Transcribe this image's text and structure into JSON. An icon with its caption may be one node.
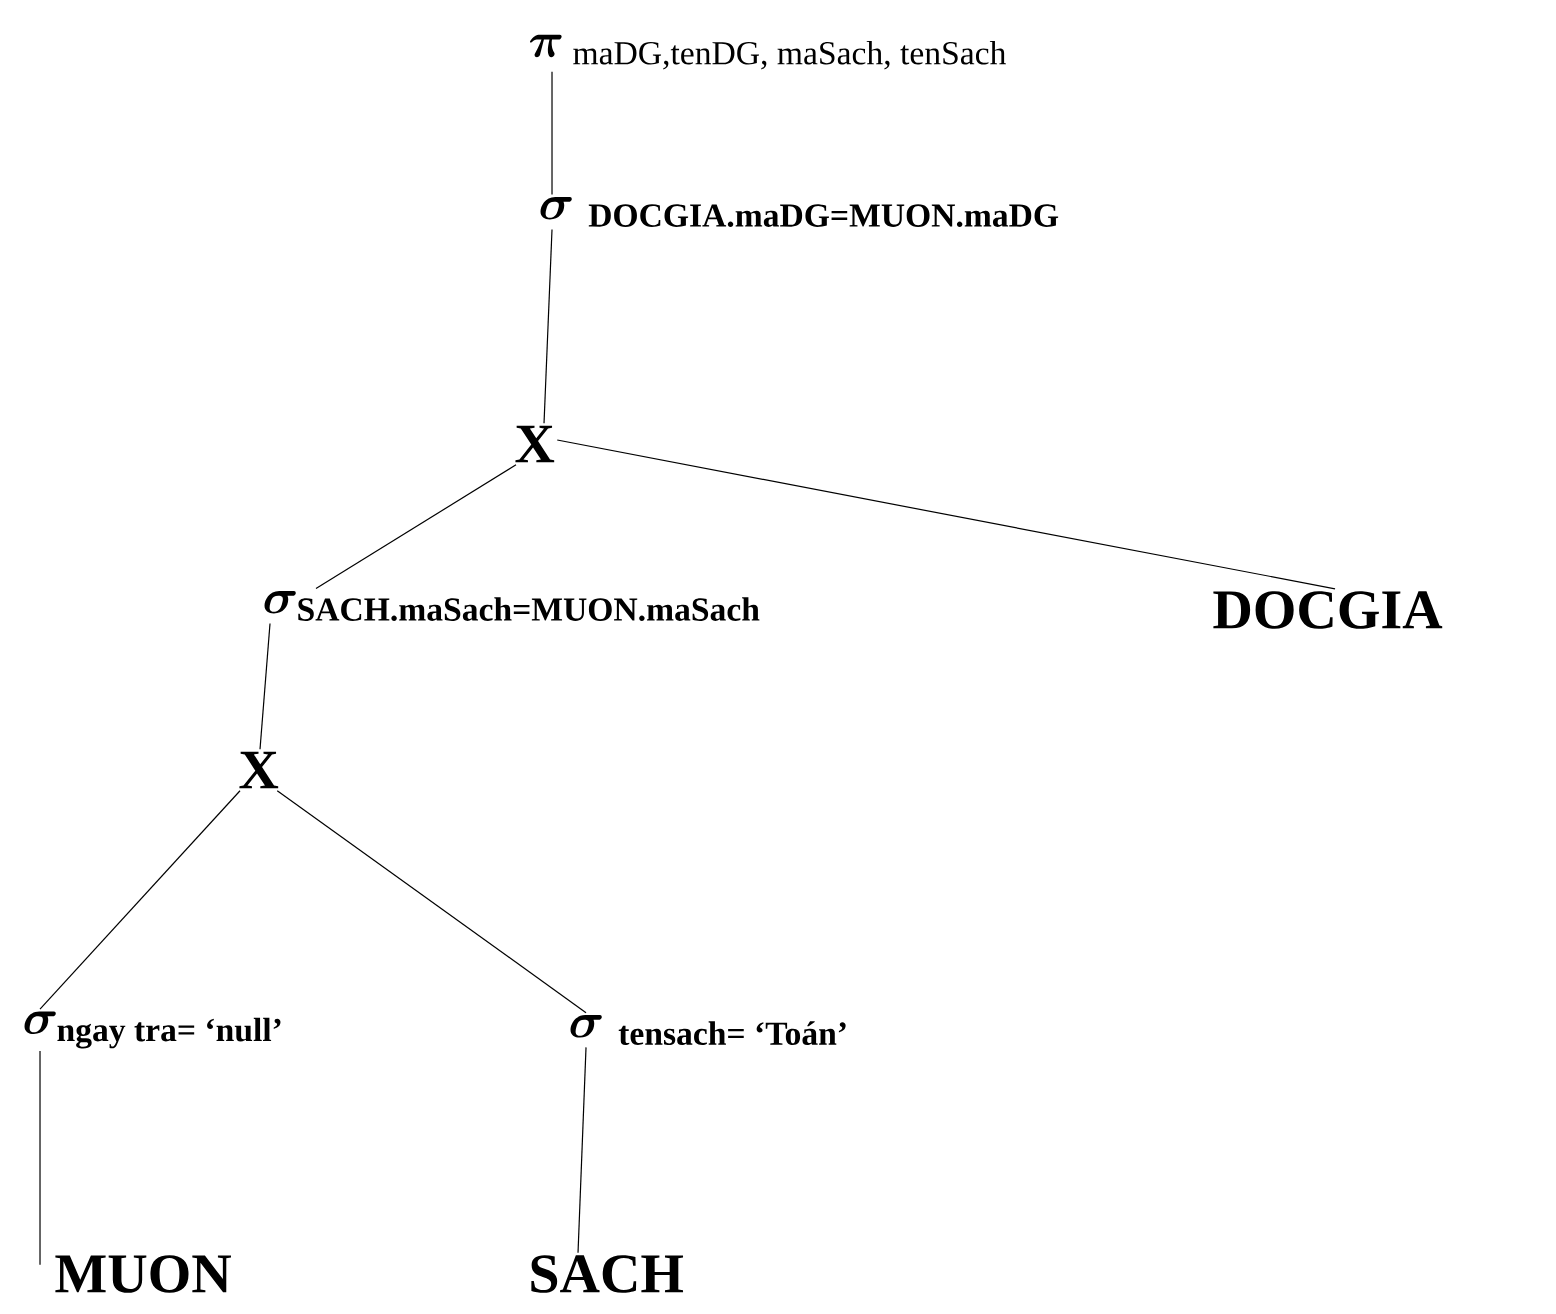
{
  "diagram": {
    "nodes": [
      {
        "text": [
          "\\boldsymbol{\\pi}\\,_{\\text{maDG,tenDG, maSach, tenSach}}"
        ]
      },
      {
        "text": [
          "\\boldsymbol{\\sigma}\\;_{\\textbf{DOCGIA.maDG=MUON.maDG}}"
        ]
      },
      {
        "text": [
          "X"
        ]
      },
      {
        "text": [
          "\\boldsymbol{\\sigma}_{\\textbf{SACH.maSach=MUON.maSach}}"
        ]
      },
      {
        "text": [
          "DOCGIA"
        ]
      },
      {
        "text": [
          "X"
        ]
      },
      {
        "text": [
          "\\boldsymbol{\\sigma}_{\\textbf{ngay tra= ‘null’}}"
        ]
      },
      {
        "text": [
          "\\boldsymbol{\\sigma}\\;_{\\textbf{tensach= ‘Toán’}}"
        ]
      },
      {
        "text": [
          "MUON"
        ]
      },
      {
        "text": [
          "SACH"
        ]
      }
    ],
    "edges": [
      {
        "from": 0,
        "to": 1,
        "arrow": "none"
      },
      {
        "from": 1,
        "to": 2,
        "arrow": "none"
      },
      {
        "from": 2,
        "to": 3,
        "arrow": "none"
      },
      {
        "from": 2,
        "to": 4,
        "arrow": "none"
      },
      {
        "from": 3,
        "to": 5,
        "arrow": "none"
      },
      {
        "from": 5,
        "to": 6,
        "arrow": "none"
      },
      {
        "from": 5,
        "to": 7,
        "arrow": "none"
      },
      {
        "from": 6,
        "to": 8,
        "arrow": "none"
      },
      {
        "from": 7,
        "to": 9,
        "arrow": "none"
      }
    ]
  }
}
